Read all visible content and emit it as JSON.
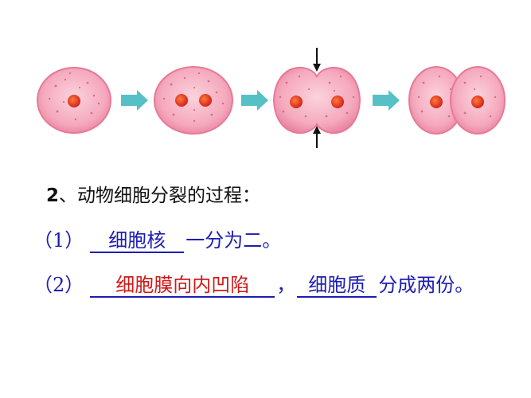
{
  "heading": {
    "number": "2",
    "text": "、动物细胞分裂的过程："
  },
  "line1": {
    "prefix": "（1）",
    "answer": "细胞核",
    "suffix": "一分为二。"
  },
  "line2": {
    "prefix": "（2）",
    "answer1": "细胞膜向内凹陷",
    "separator": "，",
    "answer2": "细胞质",
    "suffix": "分成两份。"
  },
  "colors": {
    "cell_fill": "#f09ab2",
    "cell_edge": "#e67a98",
    "nucleus": "#e8401c",
    "arrow": "#55c0c6",
    "text_blue": "#1d1db3",
    "text_red": "#d01919"
  }
}
